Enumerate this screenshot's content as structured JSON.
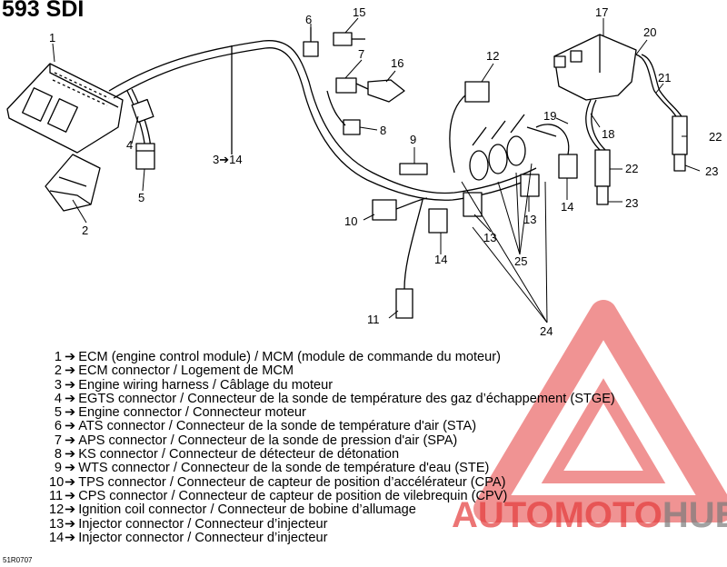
{
  "title": "593 SDI",
  "figure_code": "51R0707",
  "watermark": {
    "brand_part1": "AUTOMOTO",
    "brand_part2": "HUB",
    "color_primary": "#e43b3b",
    "color_secondary": "#7b7b7b"
  },
  "callouts": {
    "c1": "1",
    "c2": "2",
    "c3": "3➔14",
    "c4": "4",
    "c5": "5",
    "c6": "6",
    "c7": "7",
    "c8": "8",
    "c9": "9",
    "c10": "10",
    "c11": "11",
    "c12": "12",
    "c13a": "13",
    "c13b": "13",
    "c14a": "14",
    "c14b": "14",
    "c15": "15",
    "c16": "16",
    "c17": "17",
    "c18": "18",
    "c19": "19",
    "c20": "20",
    "c21": "21",
    "c22a": "22",
    "c22b": "22",
    "c23a": "23",
    "c23b": "23",
    "c24": "24",
    "c25": "25"
  },
  "legend": [
    {
      "num": "1",
      "text": "ECM (engine control module) / MCM (module de commande du moteur)"
    },
    {
      "num": "2",
      "text": "ECM connector / Logement de MCM"
    },
    {
      "num": "3",
      "text": "Engine wiring harness / Câblage du moteur"
    },
    {
      "num": "4",
      "text": "EGTS connector / Connecteur de la sonde de température des gaz d’échappement (STGE)"
    },
    {
      "num": "5",
      "text": "Engine connector / Connecteur moteur"
    },
    {
      "num": "6",
      "text": "ATS connector / Connecteur de la sonde de température d'air (STA)"
    },
    {
      "num": "7",
      "text": "APS connector / Connecteur de la sonde de pression d'air (SPA)"
    },
    {
      "num": "8",
      "text": "KS connector / Connecteur de détecteur de détonation"
    },
    {
      "num": "9",
      "text": "WTS connector / Connecteur de la sonde de température d'eau (STE)"
    },
    {
      "num": "10",
      "text": "TPS connector / Connecteur de capteur de position d’accélérateur (CPA)"
    },
    {
      "num": "11",
      "text": "CPS connector / Connecteur  de capteur de position de vilebrequin (CPV)"
    },
    {
      "num": "12",
      "text": "Ignition coil connector / Connecteur de bobine d’allumage"
    },
    {
      "num": "13",
      "text": "Injector connector / Connecteur d’injecteur"
    },
    {
      "num": "14",
      "text": "Injector connector / Connecteur d’injecteur"
    }
  ],
  "legend_arrow": "➔"
}
